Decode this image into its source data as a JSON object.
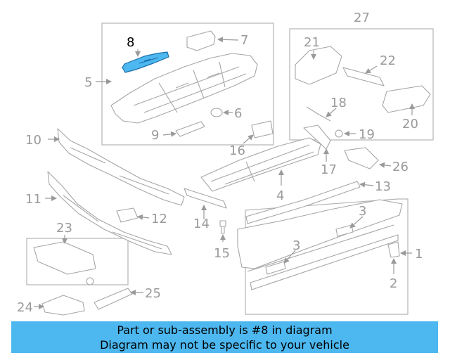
{
  "callouts": {
    "c1": "1",
    "c2": "2",
    "c3a": "3",
    "c3b": "3",
    "c4": "4",
    "c5": "5",
    "c6": "6",
    "c7": "7",
    "c8": "8",
    "c9": "9",
    "c10": "10",
    "c11": "11",
    "c12": "12",
    "c13": "13",
    "c14": "14",
    "c15": "15",
    "c16": "16",
    "c17": "17",
    "c18": "18",
    "c19": "19",
    "c20": "20",
    "c21": "21",
    "c22": "22",
    "c23": "23",
    "c24": "24",
    "c25": "25",
    "c26": "26",
    "c27": "27"
  },
  "highlight": {
    "part": "8",
    "color": "#4db8f0"
  },
  "banner": {
    "line1": "Part or sub-assembly is #8 in diagram",
    "line2": "Diagram may not be specific to your vehicle",
    "background": "#4db8f0"
  }
}
